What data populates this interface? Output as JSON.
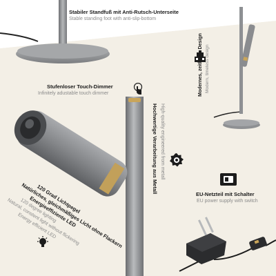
{
  "features": {
    "foot": {
      "title_de": "Stabiler Standfuß mit Anti-Rutsch-Unterseite",
      "title_en": "Stable standing foot with anti-slip-bottom"
    },
    "design": {
      "title_de": "Modernes, zeitloses Design",
      "title_en": "Modern, timeless design"
    },
    "dimmer": {
      "title_de": "Stufenloser Touch-Dimmer",
      "title_en": "Infinitely adustable touch dimmer"
    },
    "quality": {
      "title_de": "Hochwertige Verarbeitung aus Metall",
      "title_en": "High-quality engineered from metall"
    },
    "power": {
      "title_de": "EU-Netzteil mit Schalter",
      "title_en": "EU power supply with switch"
    },
    "light": {
      "de_1": "120 Grad Lichtpegel",
      "de_2": "Natürliches, gleichmäßiges Licht ohne Flackern",
      "de_3": "Energieeffiziente LED",
      "en_1": "120 degree lighting",
      "en_2": "Natural, constent light without flickering",
      "en_3": "Energy efficient LED"
    }
  },
  "colors": {
    "cream": "#f3efe6",
    "metal": "#8e9093",
    "brass": "#b8954e",
    "dark": "#1c1c1c",
    "label_gray": "#8a8a8a"
  }
}
